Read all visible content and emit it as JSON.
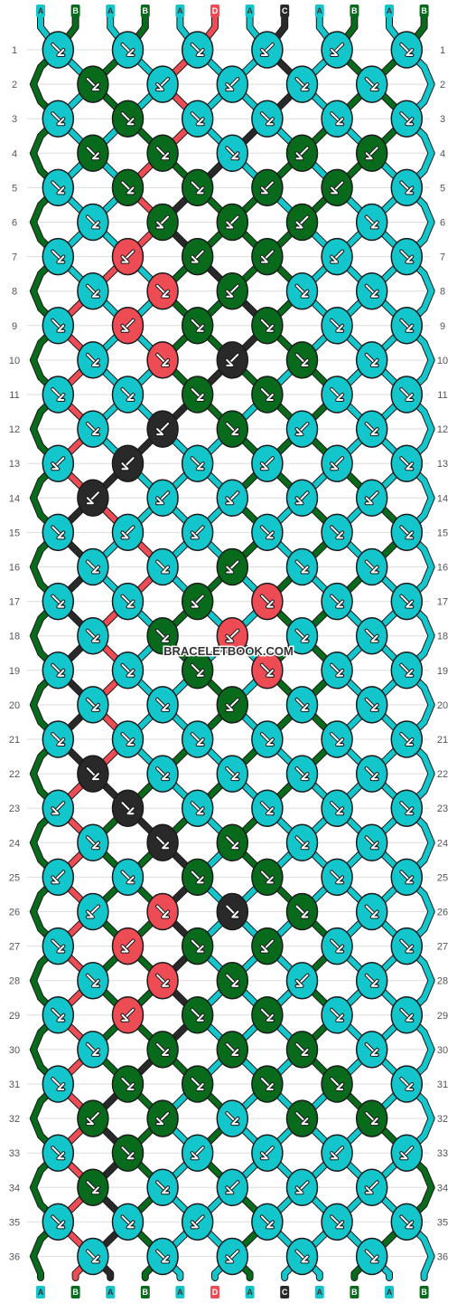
{
  "colors": {
    "A": "#12c6cc",
    "B": "#086b1c",
    "C": "#292929",
    "D": "#ee4c55"
  },
  "strings_top": [
    "A",
    "B",
    "A",
    "B",
    "A",
    "D",
    "A",
    "C",
    "A",
    "B",
    "A",
    "B"
  ],
  "strings_bottom": [
    "A",
    "B",
    "A",
    "B",
    "A",
    "D",
    "A",
    "C",
    "A",
    "B",
    "A",
    "B"
  ],
  "rows": 36,
  "watermark": "BRACELETBOOK.COM",
  "knots": [
    [
      "A:se",
      "A:se",
      "A:se",
      "A:sw",
      "A:sw",
      "A:se"
    ],
    [
      "B:se",
      "A:sw",
      "A:sw",
      "A:se",
      "A:se"
    ],
    [
      "A:se",
      "B:se",
      "A:se",
      "A:se",
      "A:se",
      "A:se"
    ],
    [
      "B:se",
      "B:se",
      "A:se",
      "B:sw",
      "B:sw"
    ],
    [
      "A:se",
      "B:se",
      "B:se",
      "B:sw",
      "B:sw",
      "A:se"
    ],
    [
      "A:se",
      "B:sw",
      "B:sw",
      "B:sw",
      "A:se"
    ],
    [
      "A:se",
      "D:sw",
      "B:sw",
      "B:sw",
      "A:sw",
      "A:se"
    ],
    [
      "A:se",
      "D:se",
      "B:sw",
      "A:se",
      "A:se"
    ],
    [
      "A:se",
      "D:sw",
      "B:se",
      "B:se",
      "A:se",
      "A:se"
    ],
    [
      "A:se",
      "D:se",
      "C:sw",
      "B:se",
      "A:se"
    ],
    [
      "A:se",
      "A:se",
      "B:se",
      "B:se",
      "A:se",
      "A:se"
    ],
    [
      "A:se",
      "C:sw",
      "B:se",
      "A:sw",
      "A:se"
    ],
    [
      "A:sw",
      "C:sw",
      "A:se",
      "A:sw",
      "A:sw",
      "A:se"
    ],
    [
      "C:sw",
      "A:sw",
      "A:sw",
      "A:sw",
      "A:sw"
    ],
    [
      "A:se",
      "A:sw",
      "A:sw",
      "A:se",
      "A:se",
      "A:se"
    ],
    [
      "A:se",
      "A:se",
      "B:sw",
      "A:se",
      "A:se"
    ],
    [
      "A:se",
      "A:se",
      "B:sw",
      "D:se",
      "A:se",
      "A:se"
    ],
    [
      "A:se",
      "B:se",
      "D:sw",
      "A:se",
      "A:se"
    ],
    [
      "A:se",
      "A:se",
      "B:se",
      "D:se",
      "A:se",
      "A:se"
    ],
    [
      "A:se",
      "A:se",
      "B:sw",
      "A:se",
      "A:se"
    ],
    [
      "A:se",
      "A:se",
      "A:se",
      "A:se",
      "A:se",
      "A:se"
    ],
    [
      "C:se",
      "A:se",
      "A:se",
      "A:se",
      "A:se"
    ],
    [
      "A:sw",
      "C:se",
      "A:se",
      "A:se",
      "A:se",
      "A:se"
    ],
    [
      "A:se",
      "C:se",
      "B:se",
      "A:se",
      "A:se"
    ],
    [
      "A:sw",
      "A:se",
      "B:se",
      "B:se",
      "A:se",
      "A:se"
    ],
    [
      "A:sw",
      "D:se",
      "C:se",
      "B:se",
      "A:se"
    ],
    [
      "A:se",
      "D:sw",
      "B:se",
      "B:sw",
      "A:se",
      "A:se"
    ],
    [
      "A:se",
      "D:se",
      "B:se",
      "A:sw",
      "A:se"
    ],
    [
      "A:se",
      "D:sw",
      "B:se",
      "B:se",
      "A:se",
      "A:se"
    ],
    [
      "A:se",
      "B:se",
      "B:se",
      "B:se",
      "A:se"
    ],
    [
      "A:se",
      "B:se",
      "B:se",
      "B:se",
      "B:se",
      "A:se"
    ],
    [
      "B:sw",
      "B:sw",
      "A:se",
      "B:se",
      "B:se"
    ],
    [
      "A:se",
      "B:se",
      "A:sw",
      "A:sw",
      "A:sw",
      "A:sw"
    ],
    [
      "B:se",
      "A:se",
      "A:sw",
      "A:sw",
      "A:sw"
    ],
    [
      "A:se",
      "A:se",
      "A:sw",
      "A:se",
      "A:se",
      "A:se"
    ],
    [
      "A:se",
      "A:se",
      "A:sw",
      "A:se",
      "A:se"
    ]
  ]
}
